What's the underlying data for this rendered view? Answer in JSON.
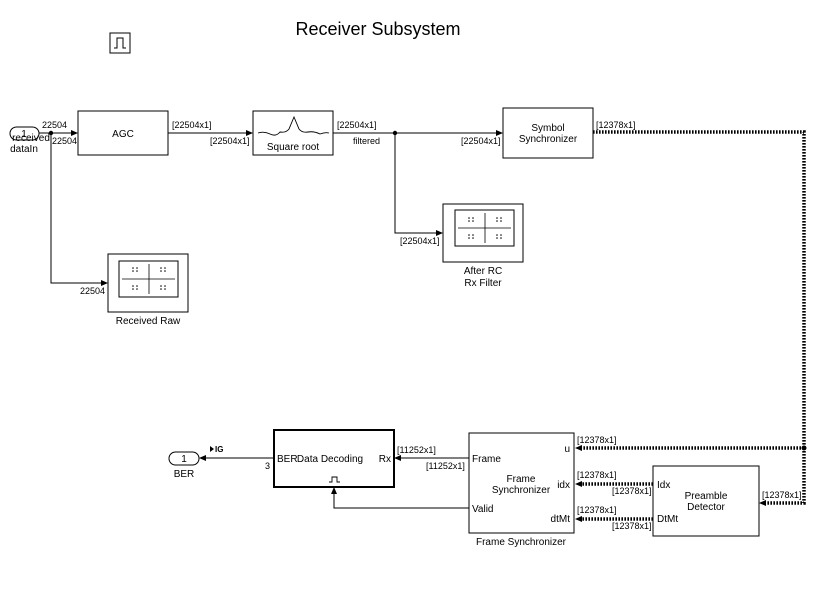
{
  "title": "Receiver Subsystem",
  "ports": {
    "inport": {
      "number": "1",
      "name_line1": "received",
      "name_line2": "dataIn"
    },
    "outport": {
      "number": "1",
      "name": "BER"
    }
  },
  "blocks": {
    "agc": {
      "label": "AGC"
    },
    "square_root": {
      "label": "Square root"
    },
    "symbol_sync": {
      "line1": "Symbol",
      "line2": "Synchronizer"
    },
    "after_rc": {
      "caption1": "After RC",
      "caption2": "Rx Filter"
    },
    "received_raw": {
      "caption": "Received Raw"
    },
    "data_decoding": {
      "label": "Data Decoding",
      "port_ber": "BER",
      "port_rx": "Rx"
    },
    "frame_sync": {
      "line1": "Frame",
      "line2": "Synchronizer",
      "caption": "Frame Synchronizer",
      "port_frame": "Frame",
      "port_valid": "Valid",
      "port_u": "u",
      "port_idx": "idx",
      "port_dtmt": "dtMt"
    },
    "preamble": {
      "line1": "Preamble",
      "line2": "Detector",
      "port_idx": "Idx",
      "port_dtmt": "DtMt"
    }
  },
  "signals": {
    "in_top": "22504",
    "in_bottom": "22504",
    "raw_scope": "22504",
    "agc_out": "[22504x1]",
    "sqrt_in": "[22504x1]",
    "sqrt_out": "[22504x1]",
    "filtered": "filtered",
    "sym_in": "[22504x1]",
    "scope_in": "[22504x1]",
    "sym_out": "[12378x1]",
    "u_in": "[12378x1]",
    "pre_out": "[12378x1]",
    "idx_out": "[12378x1]",
    "idx_in": "[12378x1]",
    "dtmt_out": "[12378x1]",
    "dtmt_in": "[12378x1]",
    "rx_out": "[11252x1]",
    "frame_in": "[11252x1]",
    "ber_dim": "3",
    "ber_tag": "IG"
  }
}
